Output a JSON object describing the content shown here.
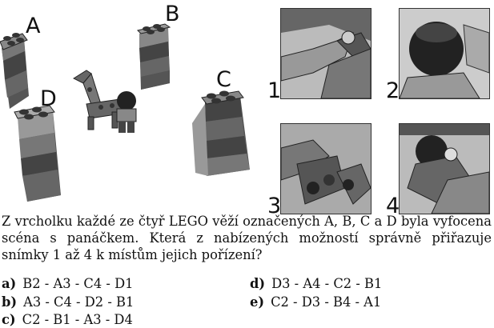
{
  "tower_labels": {
    "a": "A",
    "b": "B",
    "c": "C",
    "d": "D"
  },
  "photo_numbers": [
    "1",
    "2",
    "3",
    "4"
  ],
  "question": "Z vrcholku každé ze čtyř LEGO věží označených A, B, C a D byla vyfocena scéna s panáčkem. Která z nabízených možností správně přiřazuje snímky 1 až 4 k místům jejich pořízení?",
  "options": [
    {
      "letter": "a)",
      "text": "B2 - A3 - C4 - D1"
    },
    {
      "letter": "b)",
      "text": "A3 - C4 - D2 - B1"
    },
    {
      "letter": "c)",
      "text": "C2 - B1 - A3 - D4"
    },
    {
      "letter": "d)",
      "text": "D3 - A4 - C2 - B1"
    },
    {
      "letter": "e)",
      "text": "C2 - D3 - B4 - A1"
    }
  ]
}
